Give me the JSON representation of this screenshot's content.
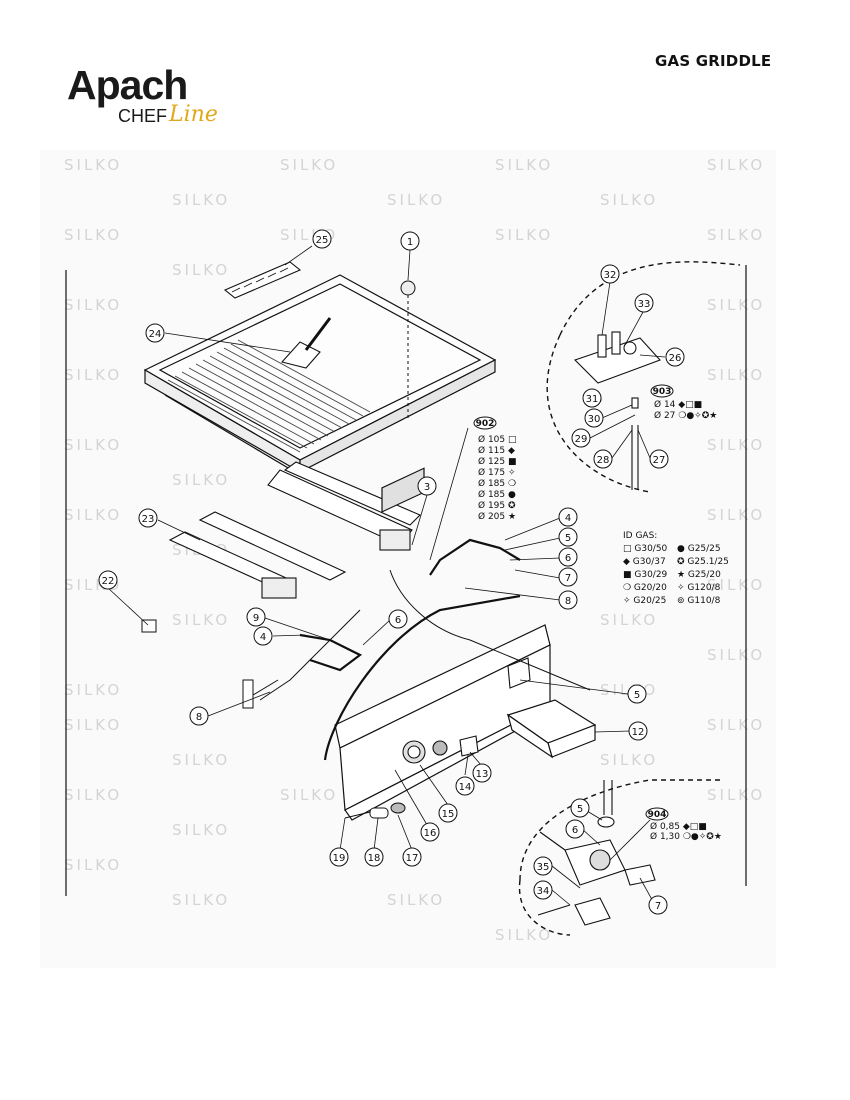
{
  "brand": {
    "apach": "Apach",
    "chef": "CHEF",
    "line": "Line"
  },
  "title": "GAS GRIDDLE",
  "watermark": "SILKO",
  "callouts": [
    "1",
    "25",
    "24",
    "3",
    "23",
    "22",
    "9",
    "4",
    "6",
    "8",
    "15",
    "16",
    "17",
    "18",
    "19",
    "14",
    "13",
    "12",
    "5",
    "7",
    "32",
    "33",
    "26",
    "31",
    "30",
    "29",
    "28",
    "27",
    "35",
    "34"
  ],
  "injectors_902": {
    "tag": "902",
    "rows": [
      "Ø 105 □",
      "Ø 115 ◆",
      "Ø 125 ■",
      "Ø 175 ✧",
      "Ø 185 ❍",
      "Ø 185 ●",
      "Ø 195 ✪",
      "Ø 205 ★"
    ]
  },
  "injectors_903": {
    "tag": "903",
    "rows": [
      "Ø 14 ◆□■",
      "Ø 27 ❍●✧✪★"
    ]
  },
  "injectors_904": {
    "tag": "904",
    "rows": [
      "Ø 0,85 ◆□■",
      "Ø 1,30 ❍●✧✪★"
    ]
  },
  "gas_legend": {
    "title": "ID GAS:",
    "rows": [
      {
        "left": "□ G30/50",
        "right": "● G25/25"
      },
      {
        "left": "◆ G30/37",
        "right": "✪ G25.1/25"
      },
      {
        "left": "■ G30/29",
        "right": "★ G25/20"
      },
      {
        "left": "❍ G20/20",
        "right": "✧ G120/8"
      },
      {
        "left": "✧ G20/25",
        "right": "⊚ G110/8"
      }
    ]
  }
}
